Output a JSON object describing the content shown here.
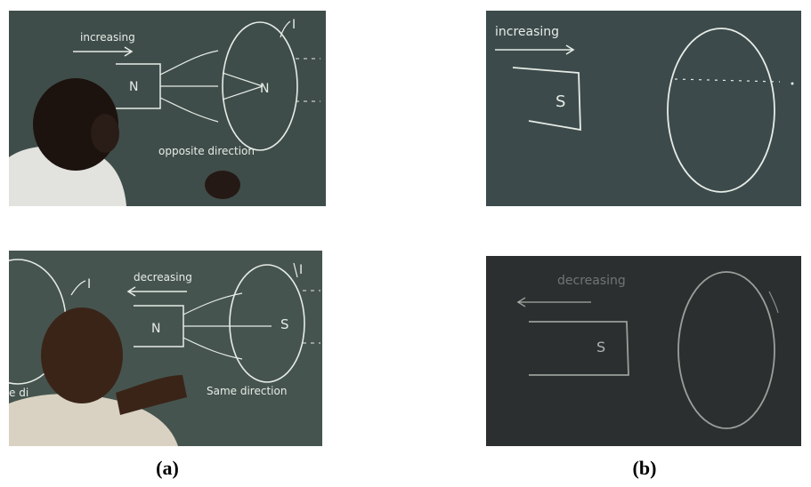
{
  "panels": {
    "top_left": {
      "word_motion": "increasing",
      "pole_magnet": "N",
      "pole_induced": "N",
      "current_label": "I",
      "note": "opposite direction",
      "background": "#3f4d4a"
    },
    "bottom_left": {
      "word_motion": "decreasing",
      "pole_magnet": "N",
      "pole_induced": "S",
      "current_label_left": "I",
      "current_label_right": "I",
      "note": "Same direction",
      "note_fragment": "e di",
      "background": "#46544f"
    },
    "top_right": {
      "word_motion": "increasing",
      "pole_magnet": "S",
      "background": "#3c4a4b"
    },
    "bottom_right": {
      "word_motion": "decreasing",
      "pole_magnet": "S",
      "background": "#2c2f2f"
    }
  },
  "captions": {
    "left": "(a)",
    "right": "(b)"
  }
}
